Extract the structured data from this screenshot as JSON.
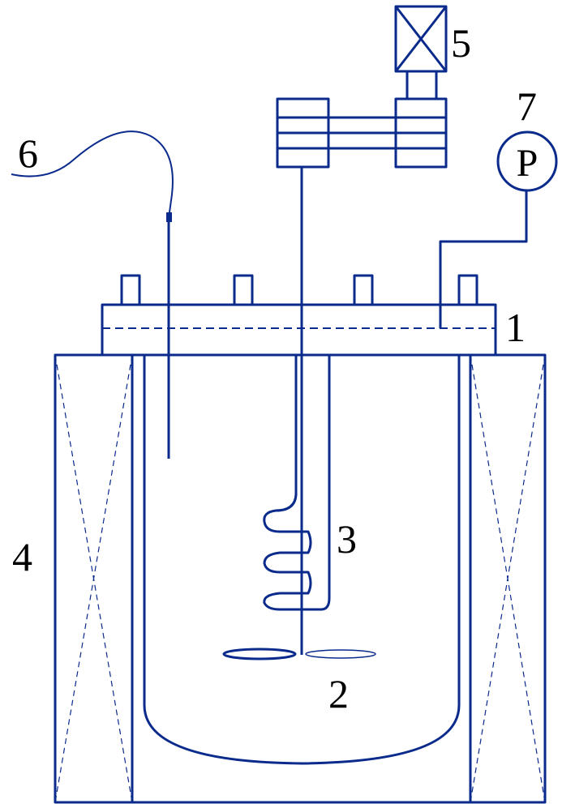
{
  "labels": {
    "lid": "1",
    "impeller": "2",
    "coil": "3",
    "furnace": "4",
    "motor": "5",
    "thermocouple": "6",
    "pressure_gauge": "7"
  },
  "gauge_symbol": "P",
  "colors": {
    "line": "#0a2a8c",
    "label": "#000000"
  }
}
